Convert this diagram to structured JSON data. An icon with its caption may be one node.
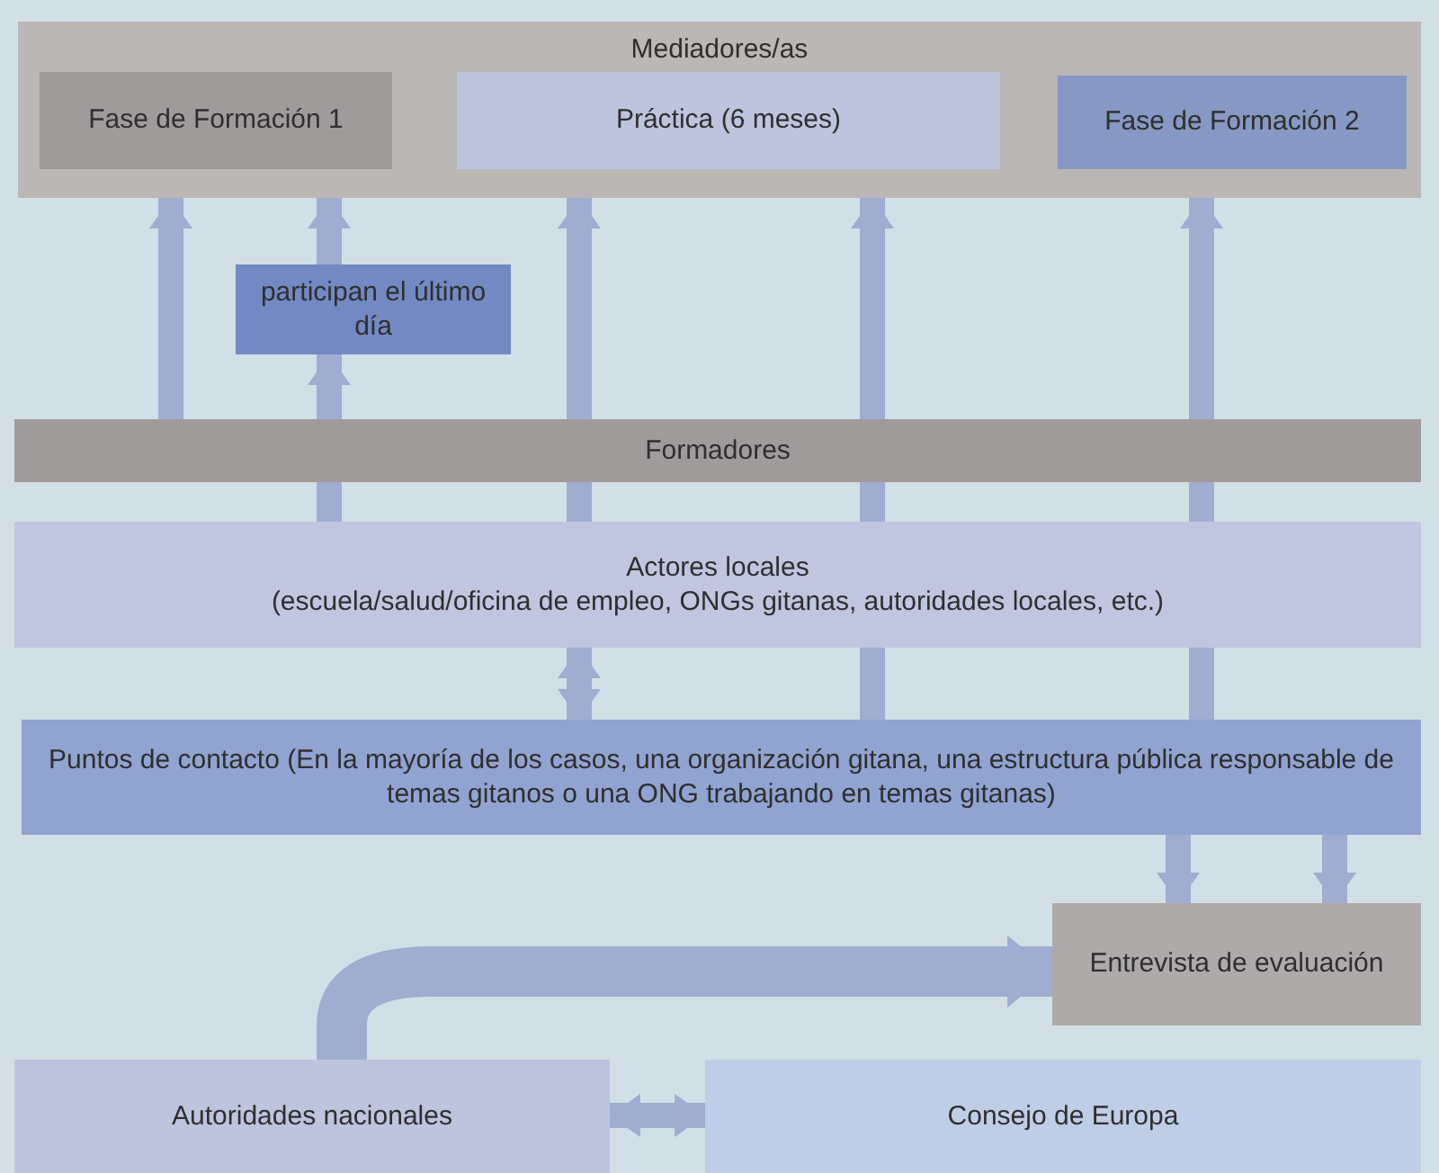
{
  "diagram": {
    "nodes": [
      {
        "text": [
          "Mediadores/as"
        ]
      },
      {
        "text": [
          "Fase de Formación 1"
        ],
        "in": 0
      },
      {
        "text": [
          "Práctica (6 meses)"
        ],
        "in": 0
      },
      {
        "text": [
          "Fase de Formación 2"
        ],
        "in": 0
      },
      {
        "text": [
          "participan el último día"
        ]
      },
      {
        "text": [
          "Formadores"
        ]
      },
      {
        "text": [
          "Actores locales",
          "(escuela/salud/oficina de empleo, ONGs gitanas, autoridades locales, etc.)"
        ]
      },
      {
        "text": [
          "Puntos de contacto (En la mayoría de los casos, una organización gitana, una estructura pública responsable de temas gitanos o una ONG trabajando en temas gitanas)"
        ]
      },
      {
        "text": [
          "Entrevista de evaluación"
        ]
      },
      {
        "text": [
          "Autoridades nacionales"
        ]
      },
      {
        "text": [
          "Consejo de Europa"
        ]
      }
    ],
    "edges": [
      {
        "from": 5,
        "to": 0,
        "arrow": "to"
      },
      {
        "from": 4,
        "to": 0,
        "arrow": "to"
      },
      {
        "from": 5,
        "to": 4,
        "arrow": "to"
      },
      {
        "from": 6,
        "to": 5,
        "arrow": "none"
      },
      {
        "from": 5,
        "to": 0,
        "arrow": "to"
      },
      {
        "from": 6,
        "to": 5,
        "arrow": "none"
      },
      {
        "from": 5,
        "to": 0,
        "arrow": "to"
      },
      {
        "from": 6,
        "to": 5,
        "arrow": "none"
      },
      {
        "from": 7,
        "to": 6,
        "arrow": "none"
      },
      {
        "from": 5,
        "to": 0,
        "arrow": "to"
      },
      {
        "from": 6,
        "to": 5,
        "arrow": "none"
      },
      {
        "from": 7,
        "to": 6,
        "arrow": "none"
      },
      {
        "from": 6,
        "to": 7,
        "arrow": "both"
      },
      {
        "from": 7,
        "to": 8,
        "arrow": "to"
      },
      {
        "from": 7,
        "to": 8,
        "arrow": "to"
      },
      {
        "from": 9,
        "to": 8,
        "arrow": "to",
        "style": "thick"
      },
      {
        "from": 9,
        "to": 10,
        "arrow": "both"
      }
    ]
  }
}
